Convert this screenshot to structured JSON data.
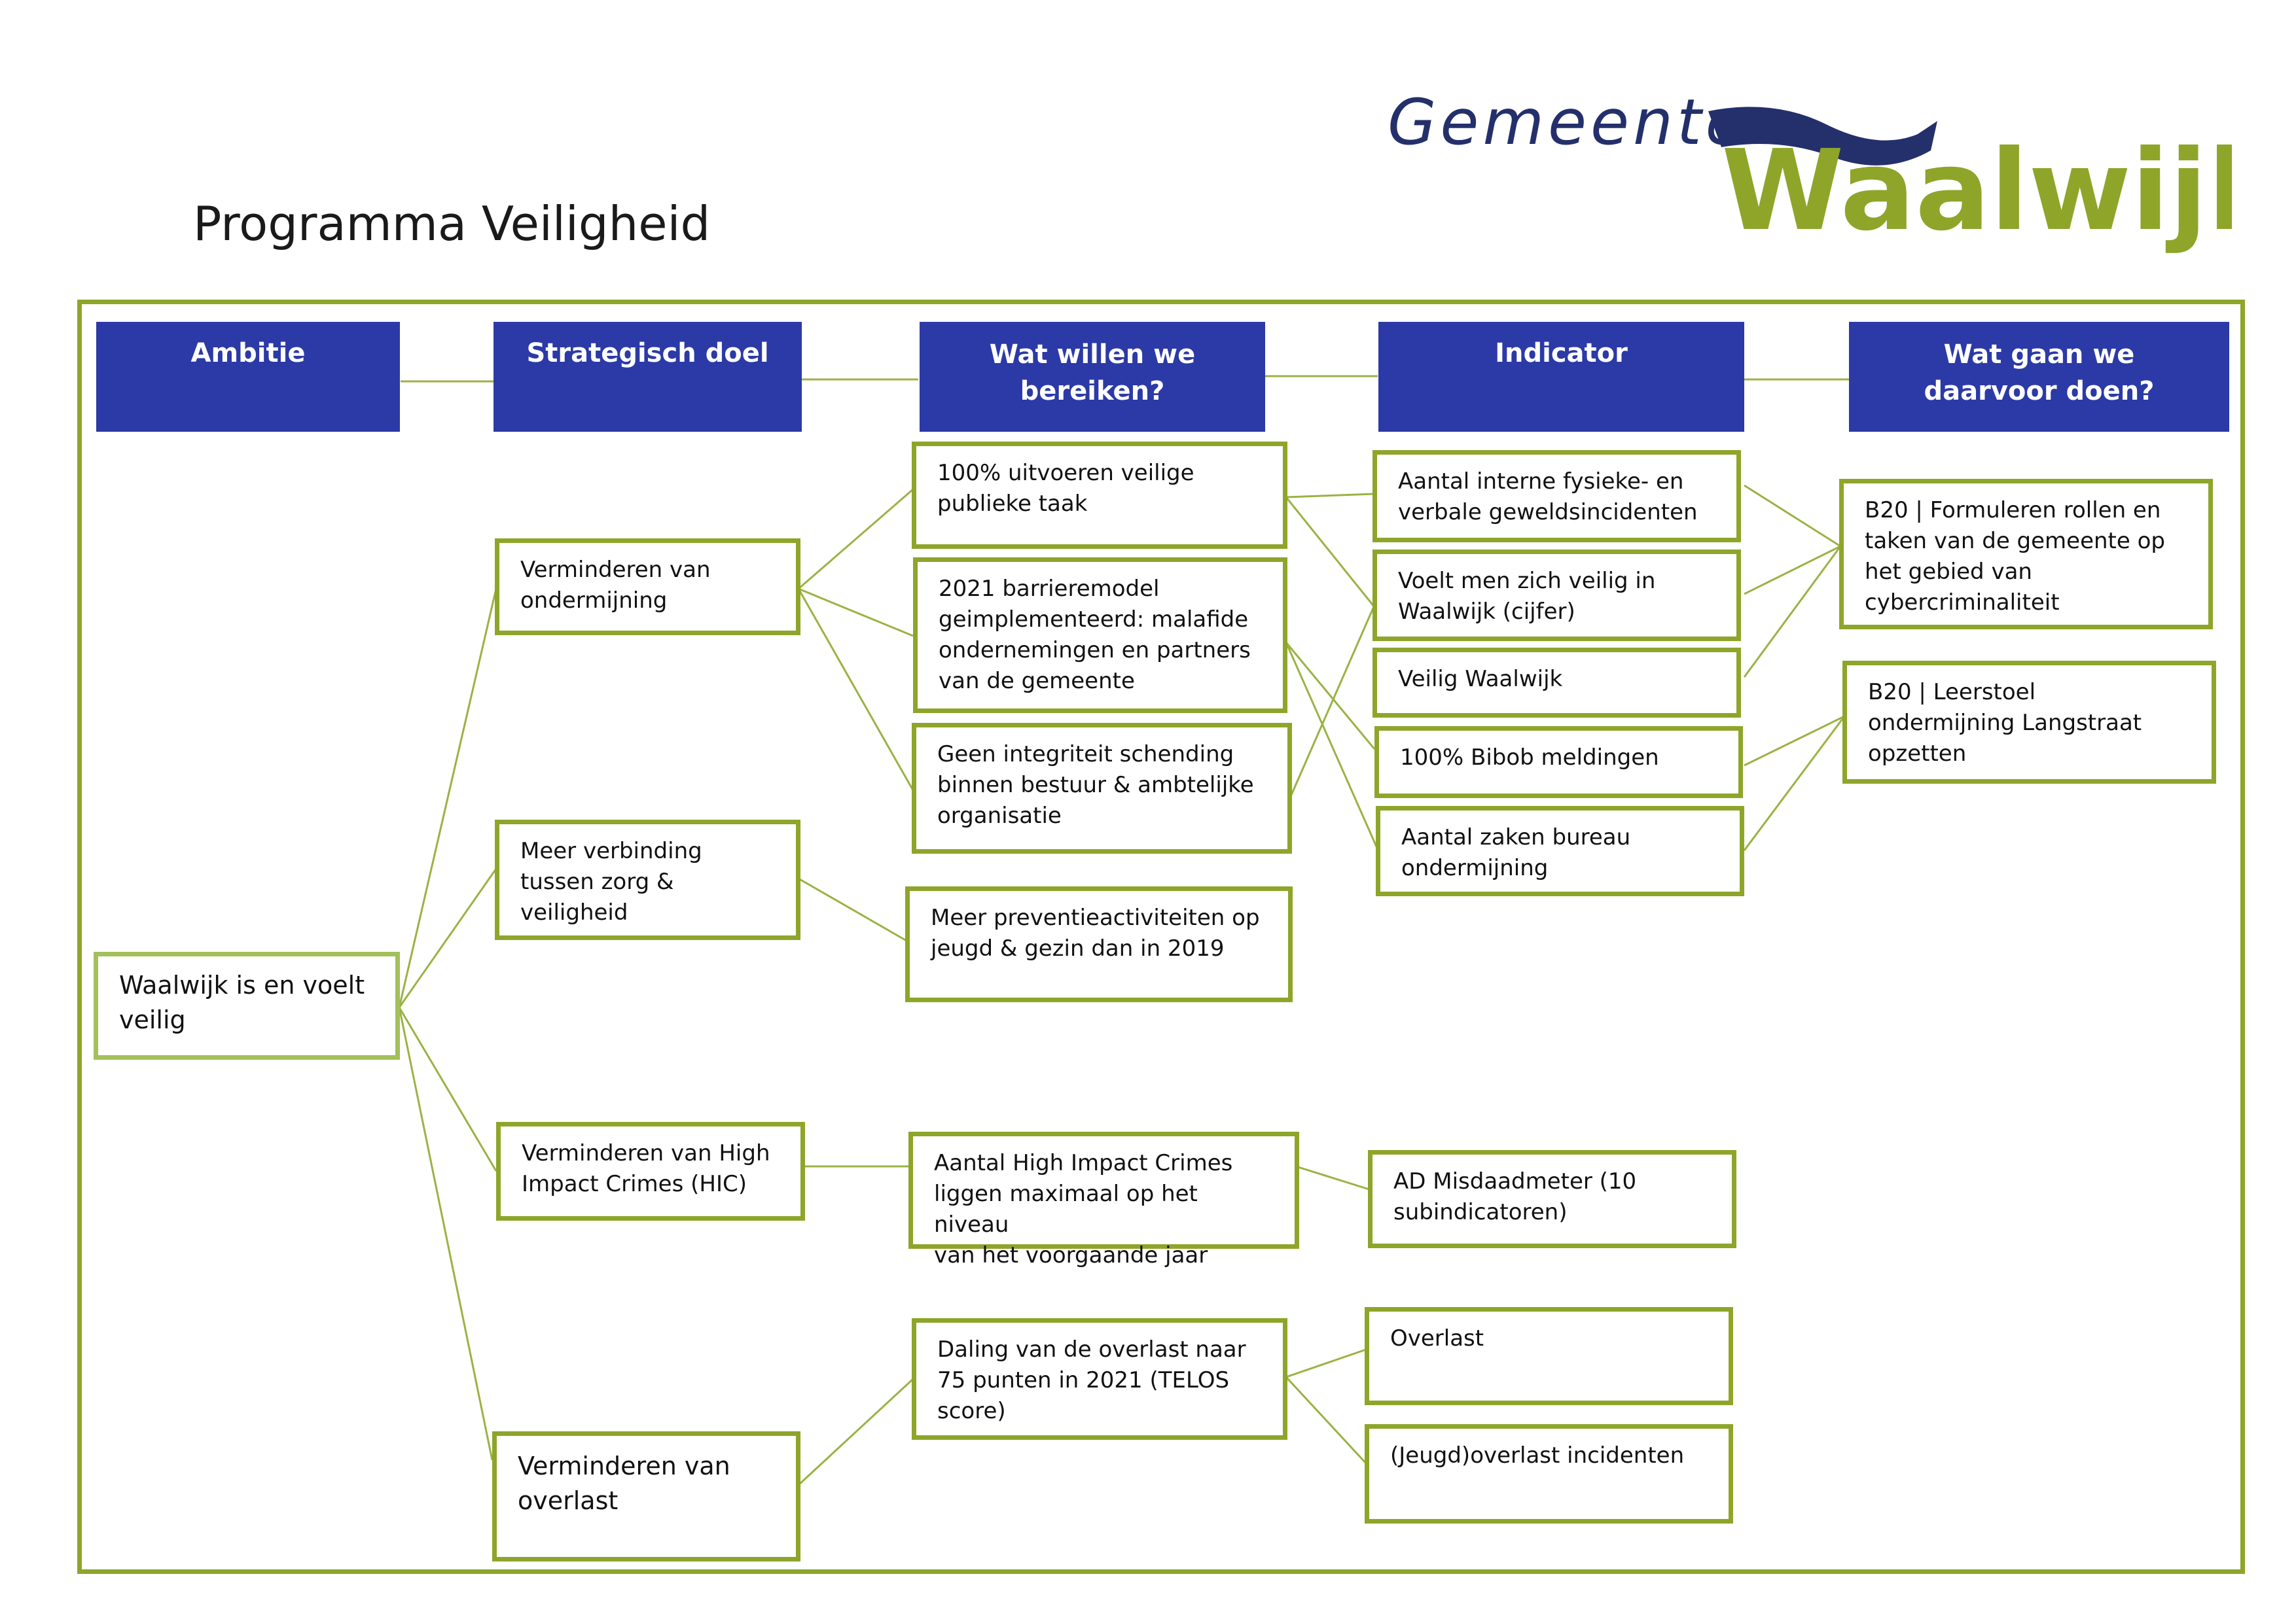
{
  "page": {
    "title": "Programma Veiligheid"
  },
  "logo": {
    "line1": "Gemeente",
    "line2": "Waalwijk"
  },
  "colors": {
    "header_bg": "#2b3aa6",
    "header_text": "#ffffff",
    "box_border": "#8ea52a",
    "connector": "#9bb244",
    "logo_blue": "#24306b",
    "logo_green": "#8ea52a"
  },
  "headers": {
    "ambitie": "Ambitie",
    "strategisch_doel": "Strategisch doel",
    "wat_bereiken_1": "Wat willen we",
    "wat_bereiken_2": "bereiken?",
    "indicator": "Indicator",
    "wat_doen_1": "Wat gaan we",
    "wat_doen_2": "daarvoor doen?"
  },
  "ambitie": {
    "line1": "Waalwijk is en voelt",
    "line2": "veilig"
  },
  "strategic_goals": {
    "ondermijning": {
      "line1": "Verminderen van",
      "line2": "ondermijning"
    },
    "zorg": {
      "line1": "Meer verbinding",
      "line2": "tussen zorg &",
      "line3": "veiligheid"
    },
    "hic": {
      "line1": "Verminderen van High",
      "line2": "Impact Crimes (HIC)"
    },
    "overlast": {
      "line1": "Verminderen van",
      "line2": "overlast"
    }
  },
  "outcomes": {
    "taak": {
      "line1": "100% uitvoeren veilige",
      "line2": "publieke taak"
    },
    "barriere": {
      "line1": "2021 barrieremodel",
      "line2": "geimplementeerd: malafide",
      "line3": "ondernemingen en partners",
      "line4": "van de gemeente"
    },
    "integriteit": {
      "line1": "Geen integriteit schending",
      "line2": "binnen bestuur & ambtelijke",
      "line3": "organisatie"
    },
    "preventie": {
      "line1": "Meer preventieactiviteiten op",
      "line2": "jeugd & gezin dan in 2019"
    },
    "hic": {
      "line1": "Aantal High Impact Crimes",
      "line2": "liggen maximaal op het niveau",
      "line3": "van het voorgaande jaar"
    },
    "overlast": {
      "line1": "Daling van de overlast naar",
      "line2": "75 punten in 2021 (TELOS",
      "line3": "score)"
    }
  },
  "indicators": {
    "geweld": {
      "line1": "Aantal interne fysieke- en",
      "line2": "verbale geweldsincidenten"
    },
    "veilig_cijfer": {
      "line1": "Voelt men zich veilig in",
      "line2": "Waalwijk (cijfer)"
    },
    "veilig_waalwijk": {
      "line1": "Veilig Waalwijk"
    },
    "bibob": {
      "line1": "100% Bibob meldingen"
    },
    "bureau": {
      "line1": "Aantal zaken bureau",
      "line2": "ondermijning"
    },
    "misdaadmeter": {
      "line1": "AD Misdaadmeter (10",
      "line2": "subindicatoren)"
    },
    "overlast": {
      "line1": "Overlast"
    },
    "jeugd": {
      "line1": "(Jeugd)overlast incidenten"
    }
  },
  "actions": {
    "cyber": {
      "line1": "B20 | Formuleren rollen en",
      "line2": "taken van de gemeente op",
      "line3": "het gebied van",
      "line4": "cybercriminaliteit"
    },
    "leerstoel": {
      "line1": "B20 | Leerstoel",
      "line2": "ondermijning Langstraat",
      "line3": "opzetten"
    }
  }
}
